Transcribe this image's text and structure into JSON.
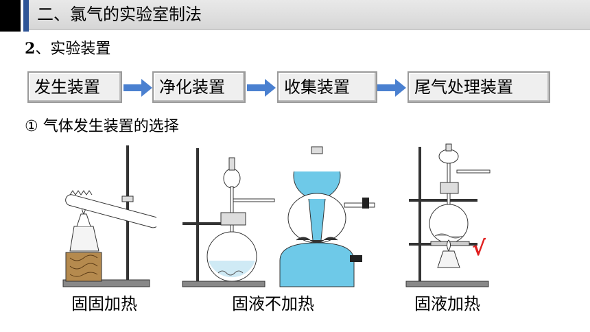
{
  "title": "二、氯气的实验室制法",
  "subtitle": {
    "number": "2",
    "text": "、实验装置"
  },
  "flow_steps": [
    {
      "label": "发生装置"
    },
    {
      "label": "净化装置"
    },
    {
      "label": "收集装置"
    },
    {
      "label": "尾气处理装置"
    }
  ],
  "selection_heading": "① 气体发生装置的选择",
  "apparatus": [
    {
      "caption": "固固加热"
    },
    {
      "caption": "固液不加热"
    },
    {
      "caption": "固液加热"
    }
  ],
  "check_mark": "√",
  "colors": {
    "accent": "#2f5597",
    "arrow": "#4a80d0",
    "water": "#6ec9e8",
    "check": "#e02020"
  }
}
